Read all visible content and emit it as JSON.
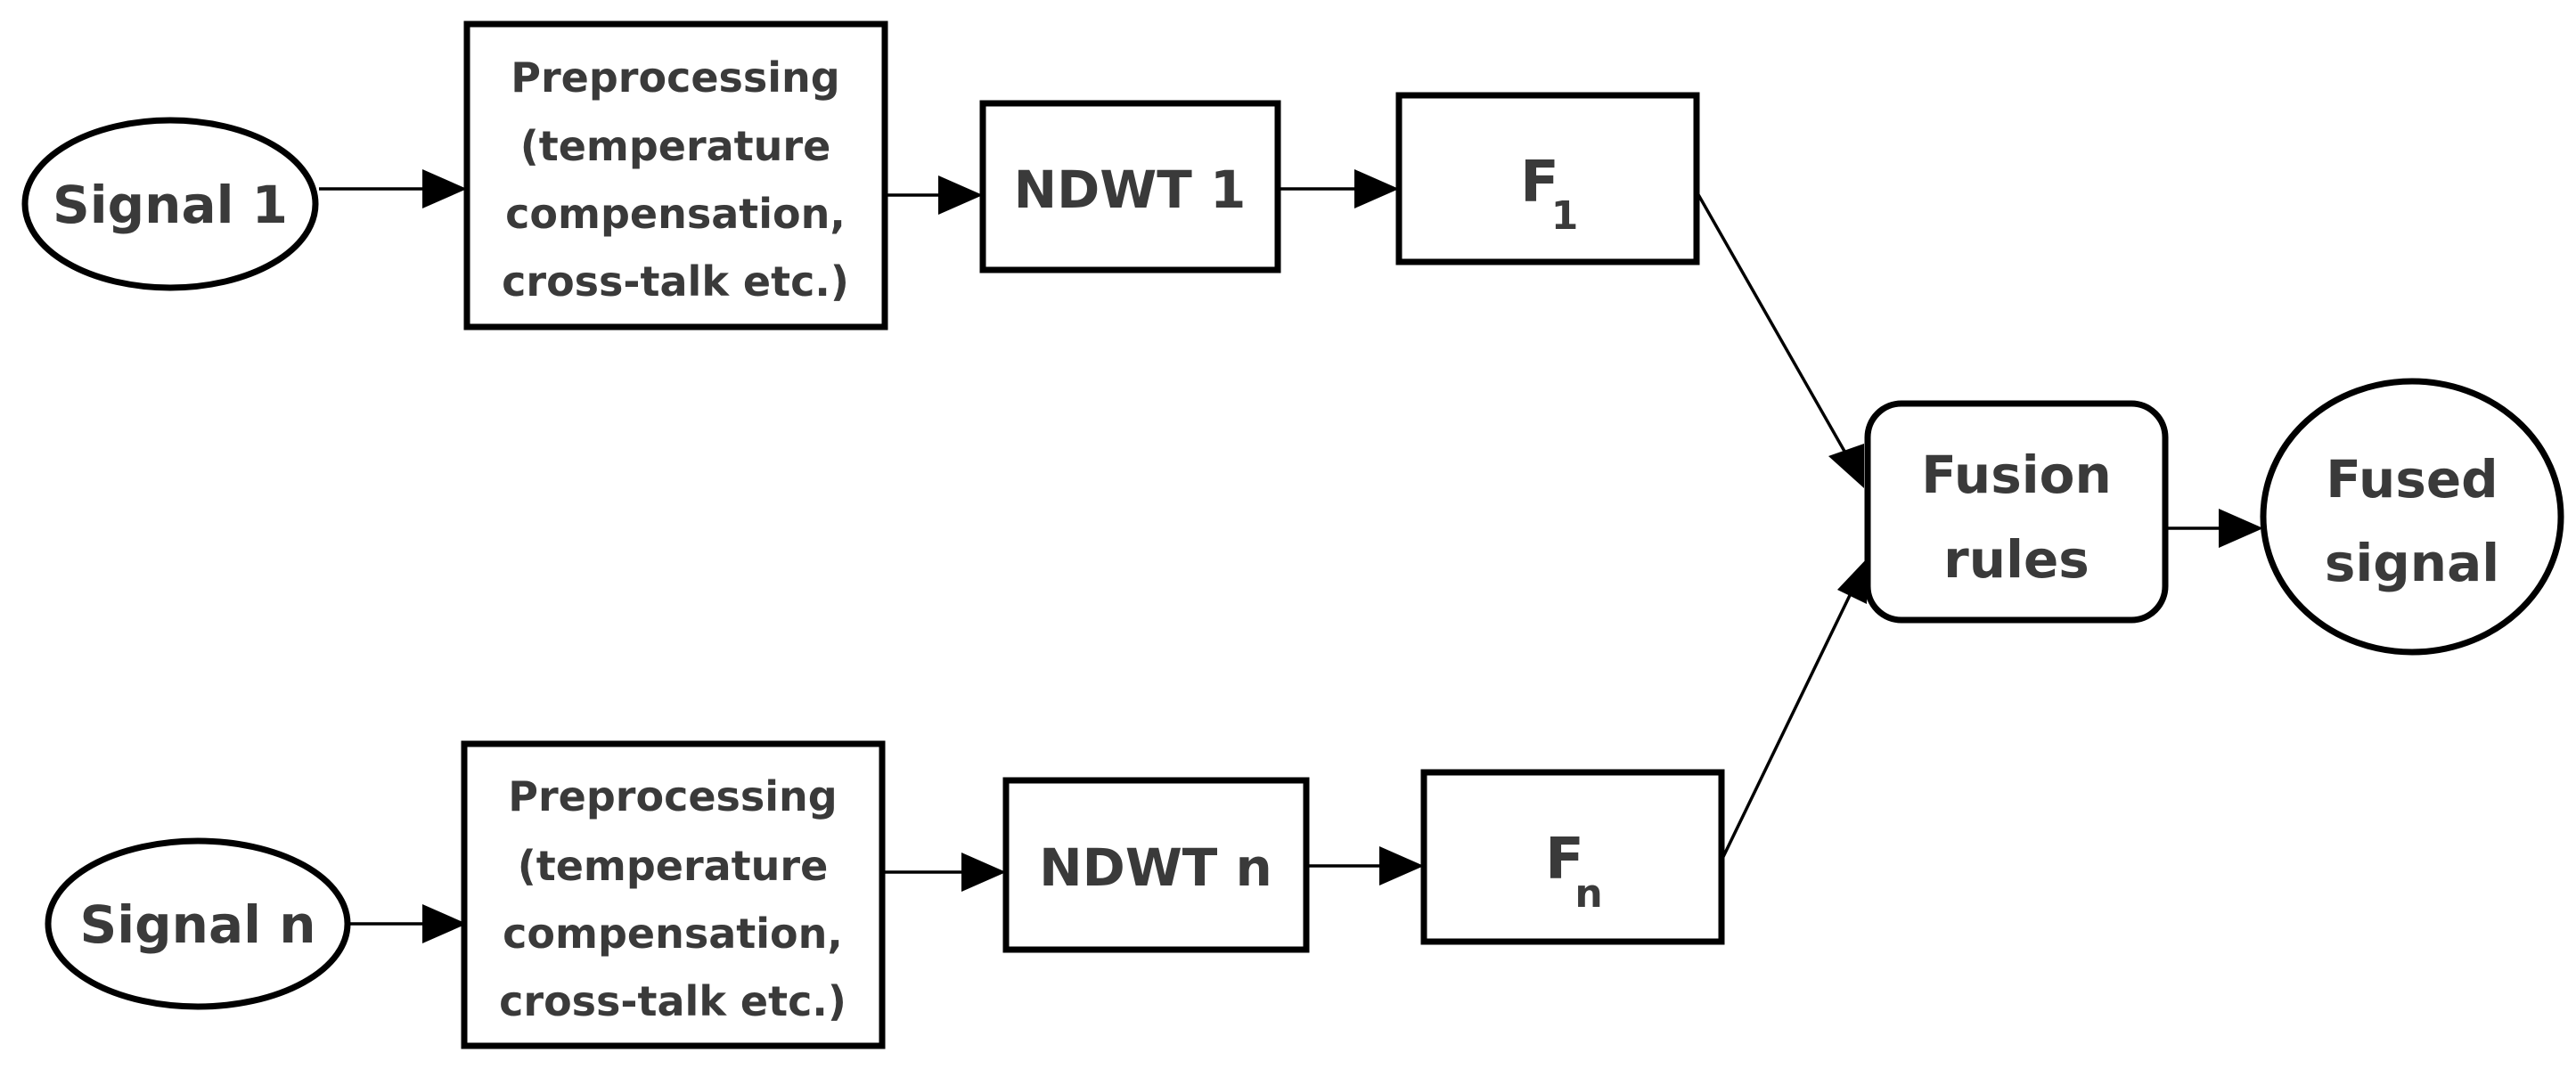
{
  "nodes": {
    "signal_1": "Signal 1",
    "signal_n": "Signal n",
    "preprocessing_1": {
      "line1": "Preprocessing",
      "line2": "(temperature",
      "line3": "compensation,",
      "line4": "cross-talk etc.)"
    },
    "preprocessing_n": {
      "line1": "Preprocessing",
      "line2": "(temperature",
      "line3": "compensation,",
      "line4": "cross-talk etc.)"
    },
    "ndwt_1": "NDWT 1",
    "ndwt_n": "NDWT n",
    "f_1": {
      "base": "F",
      "subscript": "1"
    },
    "f_n": {
      "base": "F",
      "subscript": "n"
    },
    "fusion_rules": {
      "line1": "Fusion",
      "line2": "rules"
    },
    "fused_signal": {
      "line1": "Fused",
      "line2": "signal"
    }
  },
  "colors": {
    "stroke": "#000000",
    "text": "#3a3a3a",
    "background": "#ffffff"
  }
}
